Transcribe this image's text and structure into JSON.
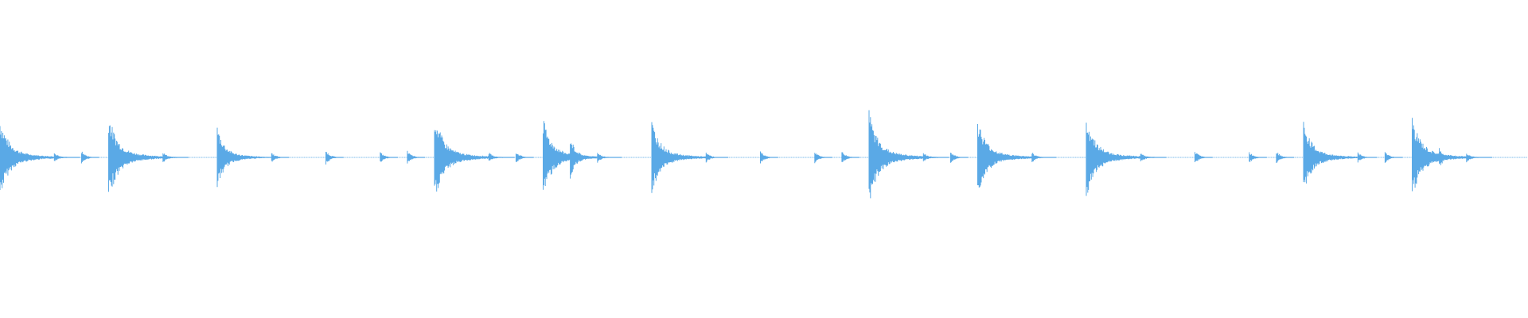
{
  "waveform": {
    "color": "#5aa9e6",
    "background": "#ffffff",
    "bars": 14,
    "beats_per_bar": 8,
    "bar_patterns": [
      [
        1.0,
        0,
        0,
        0,
        0.2,
        0,
        0.26,
        0
      ],
      [
        1.1,
        0,
        0,
        0,
        0.22,
        0,
        0,
        0
      ],
      [
        0.8,
        0,
        0,
        0,
        0.2,
        0,
        0,
        0
      ],
      [
        0.28,
        0,
        0,
        0,
        0.22,
        0,
        0.26,
        0
      ],
      [
        1.12,
        0,
        0,
        0,
        0.2,
        0,
        0.24,
        0
      ],
      [
        0.98,
        0,
        0.55,
        0,
        0.2,
        0,
        0,
        0
      ],
      [
        0.95,
        0,
        0,
        0,
        0.2,
        0,
        0,
        0
      ],
      [
        0.26,
        0,
        0,
        0,
        0.22,
        0,
        0.24,
        0
      ],
      [
        1.18,
        0,
        0,
        0,
        0.2,
        0,
        0.24,
        0
      ],
      [
        0.98,
        0,
        0,
        0,
        0.22,
        0,
        0,
        0
      ],
      [
        1.05,
        0,
        0,
        0,
        0.2,
        0,
        0,
        0
      ],
      [
        0.26,
        0,
        0,
        0,
        0.22,
        0,
        0.24,
        0
      ],
      [
        0.92,
        0,
        0,
        0,
        0.2,
        0,
        0.22,
        0
      ],
      [
        1.02,
        0,
        0.45,
        0,
        0.2,
        0,
        0,
        0
      ]
    ]
  }
}
